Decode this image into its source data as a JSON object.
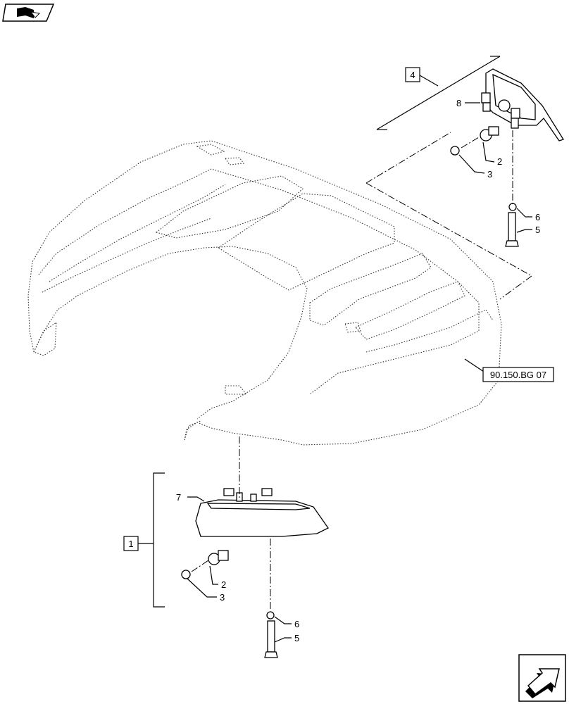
{
  "references": {
    "ref_box": "90.150.BG 07"
  },
  "groups": {
    "group_1": "1",
    "group_4": "4"
  },
  "callouts": {
    "top_bulb": "2",
    "top_holder": "3",
    "top_bolt": "5",
    "top_washer": "6",
    "top_stud": "8",
    "bottom_lens": "7",
    "bottom_bulb": "2",
    "bottom_holder": "3",
    "bottom_washer": "6",
    "bottom_bolt": "5"
  },
  "icons": {
    "top_left": "book-page-icon",
    "bottom_right": "next-arrow-icon"
  }
}
